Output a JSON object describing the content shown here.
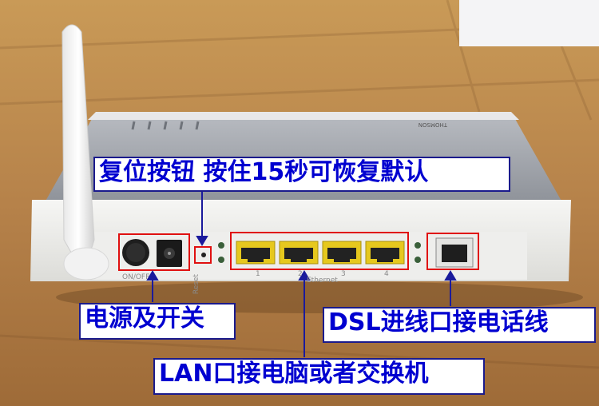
{
  "callouts": {
    "reset": "复位按钮 按住15秒可恢复默认",
    "power": "电源及开关",
    "dsl": "DSL进线口接电话线",
    "lan": "LAN口接电脑或者交换机"
  },
  "device_labels": {
    "power": "ON/OFF",
    "reset": "Reset",
    "ethernet": "Ethernet",
    "port_numbers": [
      "1",
      "2",
      "3",
      "4"
    ],
    "brand": "THOMSON"
  },
  "colors": {
    "callout_text": "#0000d0",
    "callout_border": "#1a1a8c",
    "highlight_box": "#e01010",
    "arrow": "#1a1a9c",
    "lan_port": "#e6c81e"
  }
}
